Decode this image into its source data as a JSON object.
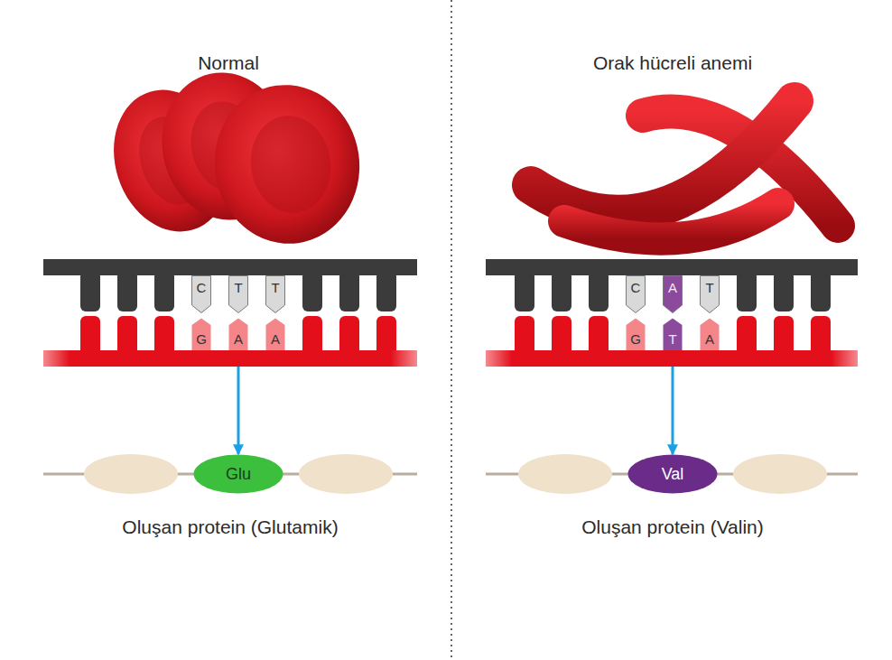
{
  "diagram": {
    "nodes": [
      {
        "text": [
          "C"
        ]
      },
      {
        "text": [
          "T"
        ]
      },
      {
        "text": [
          "T"
        ]
      },
      {
        "text": [
          "G"
        ]
      },
      {
        "text": [
          "A"
        ]
      },
      {
        "text": [
          "A"
        ]
      },
      {
        "text": [
          "Glu"
        ]
      },
      {
        "text": [
          "C"
        ]
      },
      {
        "text": [
          "A"
        ]
      },
      {
        "text": [
          "T"
        ]
      },
      {
        "text": [
          "G"
        ]
      },
      {
        "text": [
          "T"
        ]
      },
      {
        "text": [
          "A"
        ]
      },
      {
        "text": [
          "Val"
        ]
      }
    ],
    "edges": [
      {
        "from": 4,
        "to": 6,
        "arrow": "to"
      },
      {
        "from": 11,
        "to": 13,
        "arrow": "to"
      }
    ],
    "labels": [
      "Normal",
      "Orak hücreli anemi",
      "Oluşan protein (Glutamik)",
      "Oluşan protein (Valin)"
    ]
  }
}
